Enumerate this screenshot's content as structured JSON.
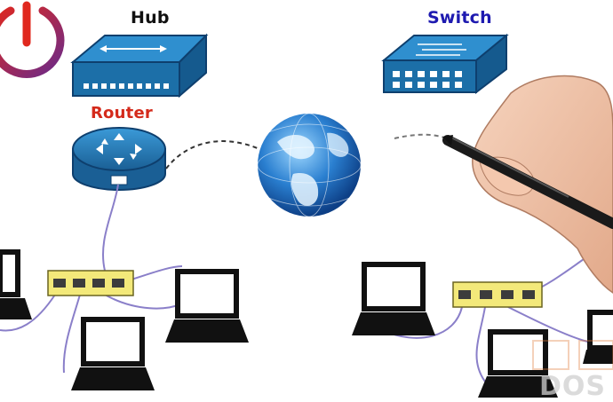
{
  "labels": {
    "hub": "Hub",
    "switch": "Switch",
    "router": "Router"
  },
  "watermark": "DOS",
  "colors": {
    "hub_label": "#111111",
    "switch_label": "#1e1ab0",
    "router_label": "#d42a1b",
    "device_body": "#1c6fa8",
    "device_top": "#2f8fcf",
    "cable": "#8a7fc9",
    "mini_switch": "#f3e97a",
    "laptop": "#111111",
    "globe": "#2a7fd0",
    "power_icon_red": "#e0281e",
    "power_icon_purple": "#6a2a8a"
  },
  "icons": [
    "power-icon",
    "hub-icon",
    "switch-icon",
    "router-icon",
    "globe-icon",
    "laptop-icon",
    "hand-with-pen-icon"
  ]
}
